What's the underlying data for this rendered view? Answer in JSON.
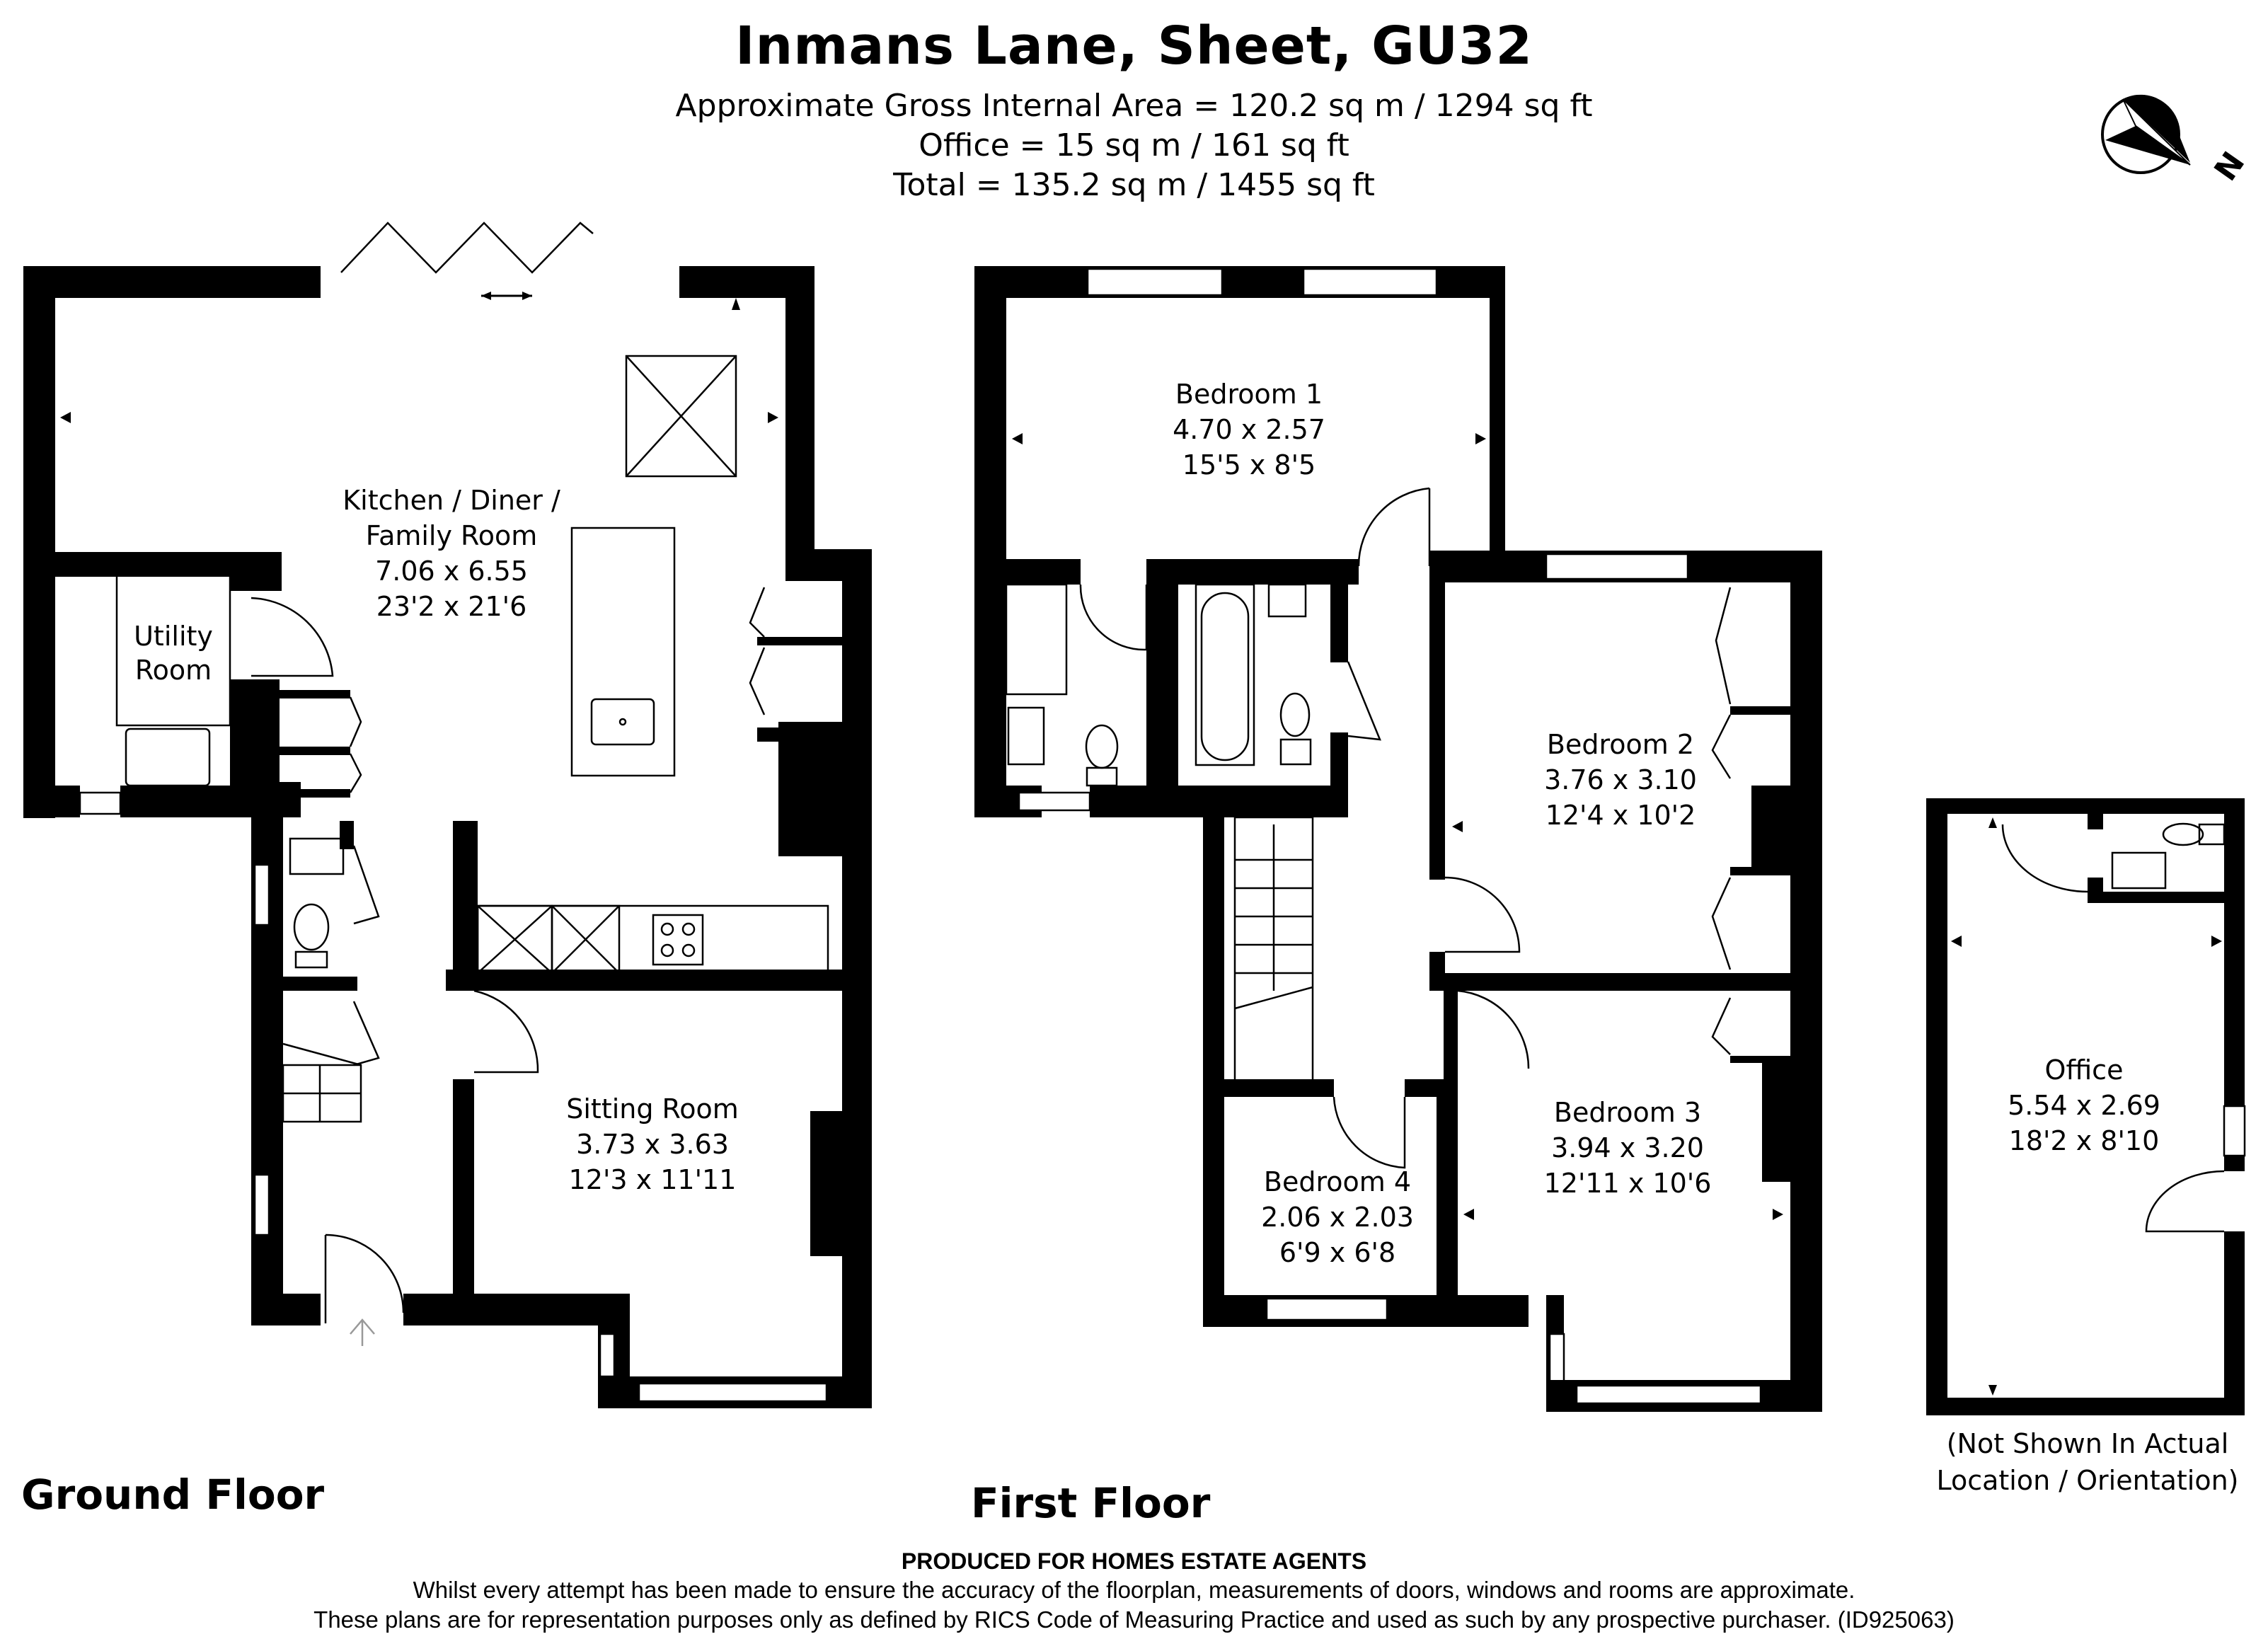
{
  "header": {
    "title": "Inmans Lane, Sheet, GU32",
    "gross_area": "Approximate Gross Internal Area = 120.2 sq m / 1294 sq ft",
    "office_area": "Office = 15 sq m / 161 sq ft",
    "total_area": "Total = 135.2 sq m / 1455 sq ft"
  },
  "compass": {
    "icon": "north-arrow-compass-icon",
    "label": "N"
  },
  "ground_floor": {
    "label": "Ground Floor",
    "rooms": [
      {
        "name1": "Kitchen / Diner /",
        "name2": "Family Room",
        "metric": "7.06 x 6.55",
        "imperial": "23'2 x 21'6"
      },
      {
        "name1": "Utility",
        "name2": "Room"
      },
      {
        "name1": "Sitting Room",
        "metric": "3.73 x 3.63",
        "imperial": "12'3 x 11'11"
      }
    ]
  },
  "first_floor": {
    "label": "First Floor",
    "rooms": [
      {
        "name1": "Bedroom 1",
        "metric": "4.70 x 2.57",
        "imperial": "15'5 x 8'5"
      },
      {
        "name1": "Bedroom 2",
        "metric": "3.76 x 3.10",
        "imperial": "12'4 x 10'2"
      },
      {
        "name1": "Bedroom 3",
        "metric": "3.94 x 3.20",
        "imperial": "12'11 x 10'6"
      },
      {
        "name1": "Bedroom 4",
        "metric": "2.06 x 2.03",
        "imperial": "6'9 x 6'8"
      }
    ]
  },
  "office": {
    "name": "Office",
    "metric": "5.54 x 2.69",
    "imperial": "18'2 x 8'10",
    "note_line1": "(Not Shown In Actual",
    "note_line2": "Location / Orientation)"
  },
  "footer": {
    "produced_for": "PRODUCED FOR HOMES ESTATE AGENTS",
    "disclaimer1": "Whilst every attempt has been made to ensure the accuracy of the floorplan, measurements of doors, windows and rooms are approximate.",
    "disclaimer2": "These plans are for representation purposes only as defined by RICS Code of Measuring Practice and used as such by any prospective purchaser. (ID925063)"
  }
}
